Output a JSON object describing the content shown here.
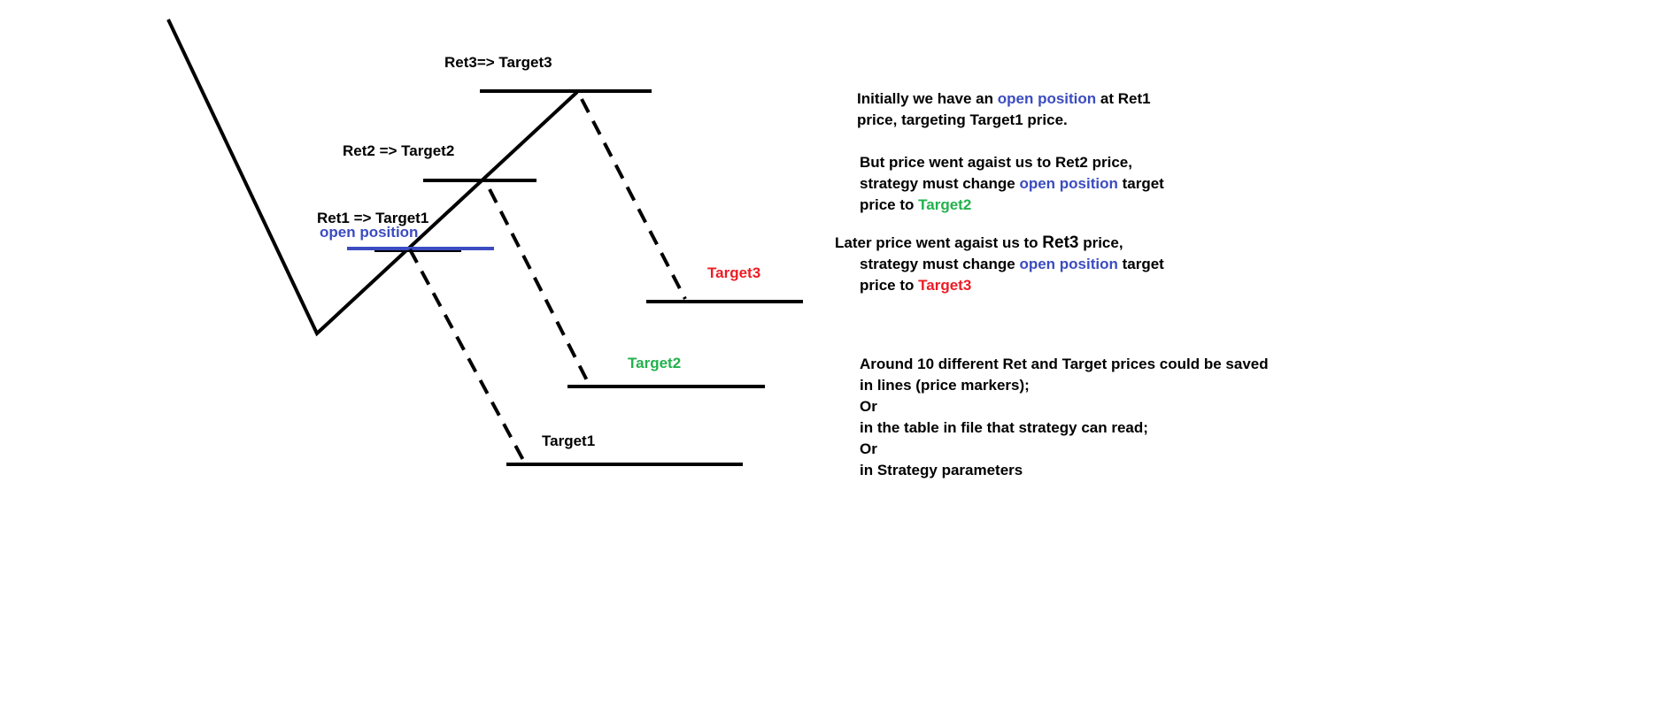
{
  "colors": {
    "black": "#000000",
    "blue": "#3b4cc0",
    "green": "#22b14c",
    "red": "#ed1c24"
  },
  "labels": {
    "ret3": "Ret3=> Target3",
    "ret2": "Ret2 => Target2",
    "ret1": "Ret1 => Target1",
    "open_position": "open position",
    "target1": "Target1",
    "target2": "Target2",
    "target3": "Target3"
  },
  "notes": {
    "p1": {
      "a": "Initially we have an ",
      "b": "open position",
      "c": "  at Ret1",
      "d": "price, targeting Target1 price."
    },
    "p2": {
      "l1": "But price went agaist us to Ret2 price,",
      "l2a": "strategy must change ",
      "l2b": "open position",
      "l2c": " target",
      "l3a": "price to  ",
      "l3b": "Target2"
    },
    "p3": {
      "l1a": "Later    price went agaist us to ",
      "l1b": "Ret3",
      "l1c": " price,",
      "l2a": "strategy must change ",
      "l2b": "open position",
      "l2c": " target",
      "l3a": "price to  ",
      "l3b": "Target3"
    },
    "p4": {
      "l1": "Around 10 different Ret and Target prices could be saved",
      "l2": "in lines (price markers);",
      "l3": "Or",
      "l4": "in the table in file that strategy can read;",
      "l5": "Or",
      "l6": "in Strategy parameters"
    }
  }
}
